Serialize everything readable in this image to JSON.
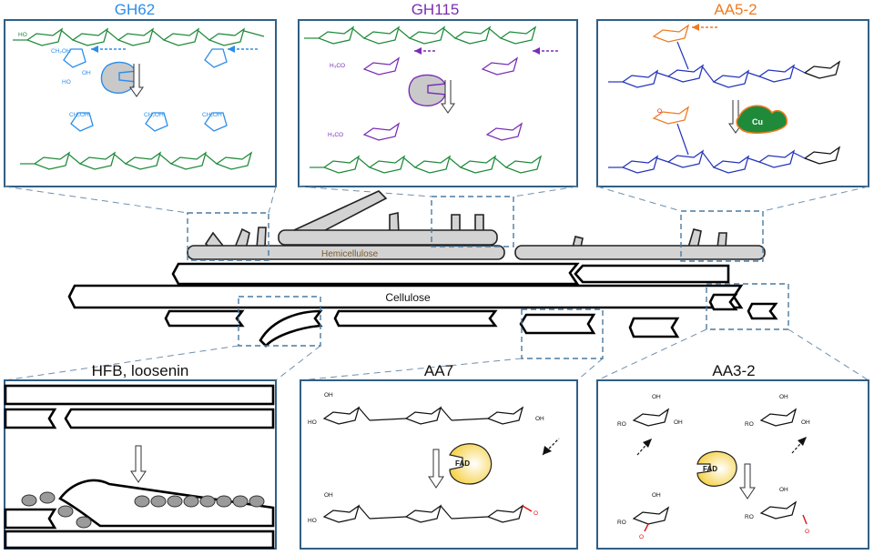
{
  "panels": {
    "gh62": {
      "title": "GH62",
      "color": "#2b8ee8"
    },
    "gh115": {
      "title": "GH115",
      "color": "#7a2db5"
    },
    "aa52": {
      "title": "AA5-2",
      "color": "#ee7b22",
      "cofactor": "Cu"
    },
    "hfb": {
      "title": "HFB, loosenin"
    },
    "aa7": {
      "title": "AA7",
      "cofactor": "FAD"
    },
    "aa32": {
      "title": "AA3-2",
      "cofactor": "FAD"
    }
  },
  "labels": {
    "hemicellulose": "Hemicellulose",
    "cellulose": "Cellulose"
  },
  "atoms": {
    "ho": "HO",
    "oh": "OH",
    "o": "O",
    "ro": "RO",
    "ch2oh": "CH₂OH",
    "h3co": "H₃CO"
  },
  "colors": {
    "xylan_green": "#1e8a3a",
    "cellulose_blue": "#2233bb",
    "oxidation_red": "#dd1111",
    "fad_yellow": "#f6d24a",
    "cu_green": "#1f8a3a",
    "frame_blue": "#2f5f86"
  }
}
